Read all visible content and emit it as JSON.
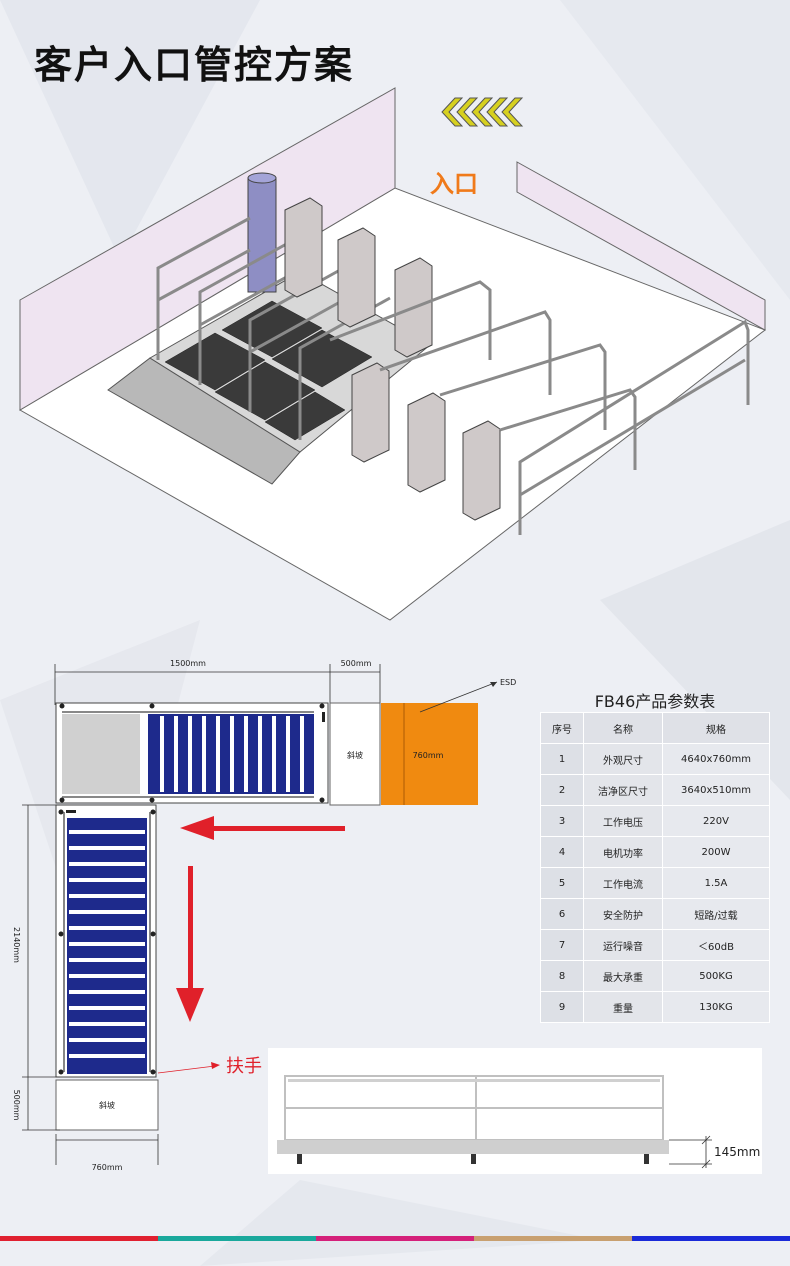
{
  "title": "客户入口管控方案",
  "entrance_label": "入口",
  "plan": {
    "dim_1500": "1500mm",
    "dim_500_top": "500mm",
    "esd": "ESD",
    "ramp": "斜坡",
    "pad_width": "760mm",
    "dim_2140": "2140mm",
    "dim_500_left": "500mm",
    "ramp_bottom": "斜坡",
    "dim_760_bottom": "760mm",
    "handrail": "扶手"
  },
  "side_view": {
    "height_label": "145mm"
  },
  "spec_table": {
    "title": "FB46产品参数表",
    "headers": [
      "序号",
      "名称",
      "规格"
    ],
    "rows": [
      [
        "1",
        "外观尺寸",
        "4640x760mm"
      ],
      [
        "2",
        "洁净区尺寸",
        "3640x510mm"
      ],
      [
        "3",
        "工作电压",
        "220V"
      ],
      [
        "4",
        "电机功率",
        "200W"
      ],
      [
        "5",
        "工作电流",
        "1.5A"
      ],
      [
        "6",
        "安全防护",
        "短路/过载"
      ],
      [
        "7",
        "运行噪音",
        "＜60dB"
      ],
      [
        "8",
        "最大承重",
        "500KG"
      ],
      [
        "9",
        "重量",
        "130KG"
      ]
    ]
  },
  "colors": {
    "accent_orange": "#f07a1a",
    "arrow_red": "#e0202a",
    "mat_blue": "#1e2a8c",
    "footer": [
      "#e02030",
      "#1aa89c",
      "#d4207a",
      "#c8a070",
      "#1a2ad8"
    ]
  }
}
